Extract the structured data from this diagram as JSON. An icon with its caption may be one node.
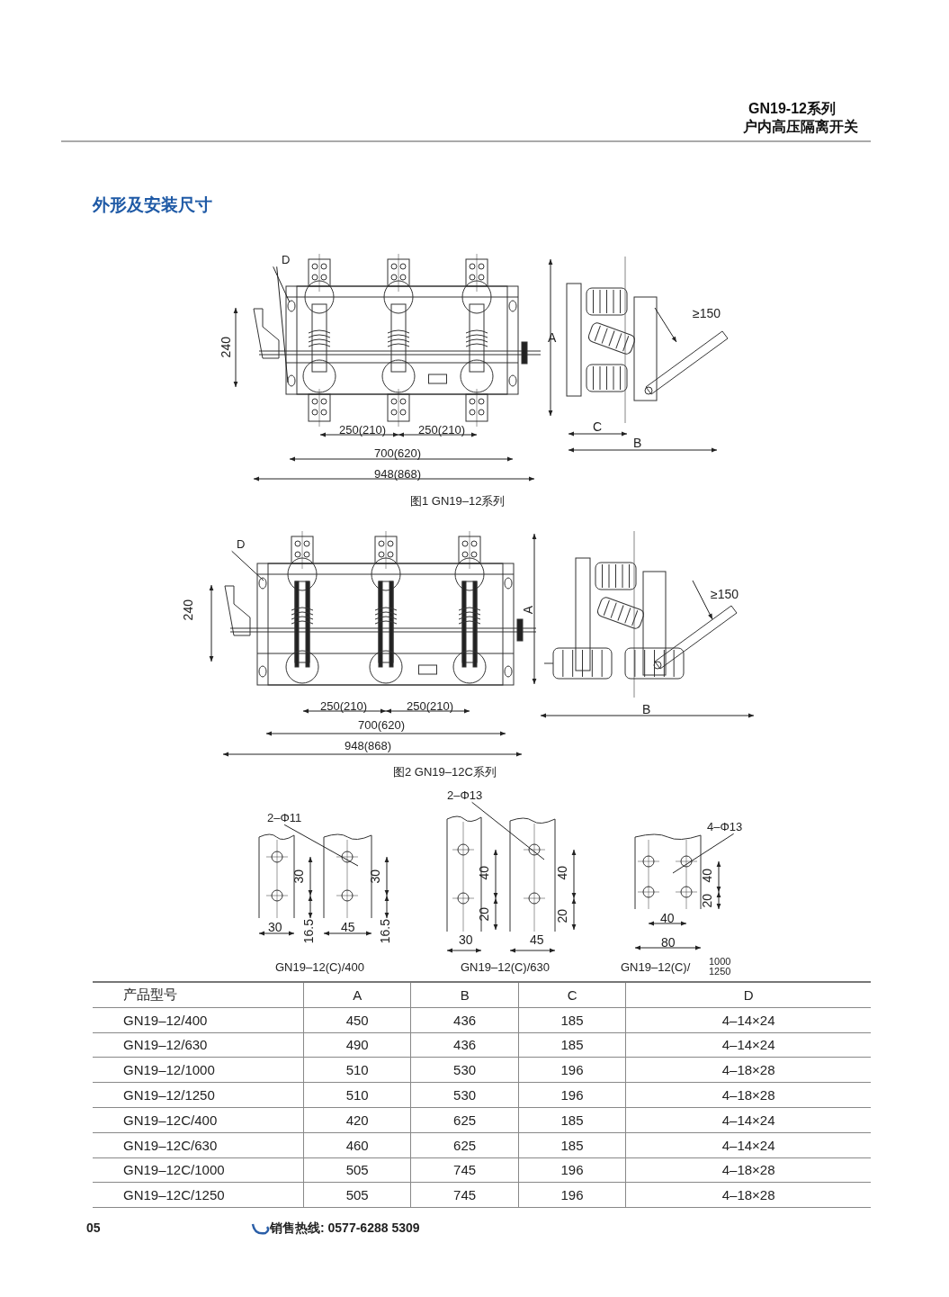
{
  "diagram": {
    "title": "外形及安装尺寸",
    "nodes": [
      {
        "text": [
          "D"
        ]
      },
      {
        "text": [
          "D"
        ]
      },
      {
        "text": [
          "2–Φ11"
        ]
      },
      {
        "text": [
          "2–Φ13"
        ]
      },
      {
        "text": [
          "4–Φ13"
        ]
      }
    ],
    "edges": [
      {
        "from": 0,
        "to": null,
        "arrow": "none"
      },
      {
        "from": 0,
        "to": null,
        "arrow": "none"
      },
      {
        "from": 1,
        "to": null,
        "arrow": "none"
      },
      {
        "from": 2,
        "to": null,
        "arrow": "none"
      },
      {
        "from": 3,
        "to": null,
        "arrow": "none"
      },
      {
        "from": 4,
        "to": null,
        "arrow": "none"
      }
    ],
    "labels": [
      "GN19-12系列",
      "户内高压隔离开关",
      "240",
      "A",
      "≥150",
      "250(210)",
      "250(210)",
      "700(620)",
      "948(868)",
      "C",
      "B",
      "图1 GN19–12系列",
      "240",
      "A",
      "≥150",
      "250(210)",
      "250(210)",
      "700(620)",
      "948(868)",
      "B",
      "图2 GN19–12C系列",
      "30",
      "30",
      "30",
      "16.5",
      "45",
      "16.5",
      "GN19–12(C)/400",
      "40",
      "40",
      "20",
      "20",
      "30",
      "45",
      "GN19–12(C)/630",
      "40",
      "20",
      "40",
      "80",
      "GN19–12(C)/",
      "1000",
      "1250",
      "产品型号",
      "A",
      "B",
      "C",
      "D",
      "GN19–12/400",
      "450",
      "436",
      "185",
      "4–14×24",
      "GN19–12/630",
      "490",
      "436",
      "185",
      "4–14×24",
      "GN19–12/1000",
      "510",
      "530",
      "196",
      "4–18×28",
      "GN19–12/1250",
      "510",
      "530",
      "196",
      "4–18×28",
      "GN19–12C/400",
      "420",
      "625",
      "185",
      "4–14×24",
      "GN19–12C/630",
      "460",
      "625",
      "185",
      "4–14×24",
      "GN19–12C/1000",
      "505",
      "745",
      "196",
      "4–18×28",
      "GN19–12C/1250",
      "505",
      "745",
      "196",
      "4–18×28",
      "05",
      "销售热线: 0577-6288 5309"
    ]
  }
}
